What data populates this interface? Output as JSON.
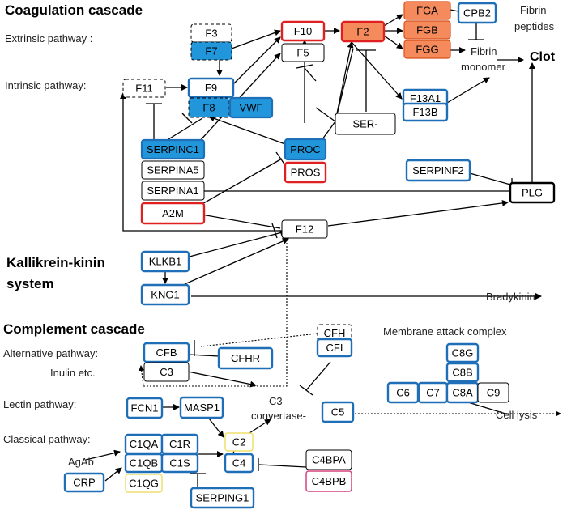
{
  "colors": {
    "blue_fill": "#2196DB",
    "blue_border": "#1F6FB8",
    "red": "#E02020",
    "orange_fill": "#F58A5C",
    "orange_border": "#D8501A",
    "yellow": "#EFE16A",
    "pink": "#D6407D"
  },
  "headers": {
    "coagulation": "Coagulation cascade",
    "kallikrein_1": "Kallikrein-kinin",
    "kallikrein_2": "system",
    "complement": "Complement cascade"
  },
  "labels": {
    "extrinsic": "Extrinsic pathway :",
    "intrinsic": "Intrinsic pathway:",
    "fibrin_peptides_1": "Fibrin",
    "fibrin_peptides_2": "peptides",
    "fibrin_monomer_1": "Fibrin",
    "fibrin_monomer_2": "monomer",
    "clot": "Clot",
    "bradykinin": "Bradykinin",
    "membrane_attack": "Membrane attack complex",
    "alternative": "Alternative pathway:",
    "inulin": "Inulin etc.",
    "lectin": "Lectin pathway:",
    "classical": "Classical pathway:",
    "agab": "AgAb",
    "c3conv_1": "C3",
    "c3conv_2": "convertase-",
    "cell_lysis": "Cell lysis"
  },
  "nodes": [
    {
      "key": "F3",
      "label": "F3"
    },
    {
      "key": "F7",
      "label": "F7"
    },
    {
      "key": "F11",
      "label": "F11"
    },
    {
      "key": "F9",
      "label": "F9"
    },
    {
      "key": "F8",
      "label": "F8"
    },
    {
      "key": "VWF",
      "label": "VWF"
    },
    {
      "key": "F10",
      "label": "F10"
    },
    {
      "key": "F5",
      "label": "F5"
    },
    {
      "key": "F2",
      "label": "F2"
    },
    {
      "key": "FGA",
      "label": "FGA"
    },
    {
      "key": "FGB",
      "label": "FGB"
    },
    {
      "key": "FGG",
      "label": "FGG"
    },
    {
      "key": "CPB2",
      "label": "CPB2"
    },
    {
      "key": "F13A1",
      "label": "F13A1"
    },
    {
      "key": "F13B",
      "label": "F13B"
    },
    {
      "key": "SER",
      "label": "SER-"
    },
    {
      "key": "SERPINC1",
      "label": "SERPINC1"
    },
    {
      "key": "SERPINA5",
      "label": "SERPINA5"
    },
    {
      "key": "SERPINA1",
      "label": "SERPINA1"
    },
    {
      "key": "A2M",
      "label": "A2M"
    },
    {
      "key": "PROC",
      "label": "PROC"
    },
    {
      "key": "PROS",
      "label": "PROS"
    },
    {
      "key": "SERPINF2",
      "label": "SERPINF2"
    },
    {
      "key": "PLG",
      "label": "PLG"
    },
    {
      "key": "F12",
      "label": "F12"
    },
    {
      "key": "KLKB1",
      "label": "KLKB1"
    },
    {
      "key": "KNG1",
      "label": "KNG1"
    },
    {
      "key": "CFH",
      "label": "CFH"
    },
    {
      "key": "CFI",
      "label": "CFI"
    },
    {
      "key": "CFB",
      "label": "CFB"
    },
    {
      "key": "CFHR",
      "label": "CFHR"
    },
    {
      "key": "C3",
      "label": "C3"
    },
    {
      "key": "FCN1",
      "label": "FCN1"
    },
    {
      "key": "MASP1",
      "label": "MASP1"
    },
    {
      "key": "C5",
      "label": "C5"
    },
    {
      "key": "C8G",
      "label": "C8G"
    },
    {
      "key": "C8B",
      "label": "C8B"
    },
    {
      "key": "C6",
      "label": "C6"
    },
    {
      "key": "C7",
      "label": "C7"
    },
    {
      "key": "C8A",
      "label": "C8A"
    },
    {
      "key": "C9",
      "label": "C9"
    },
    {
      "key": "C1QA",
      "label": "C1QA"
    },
    {
      "key": "C1R",
      "label": "C1R"
    },
    {
      "key": "C1QB",
      "label": "C1QB"
    },
    {
      "key": "C1S",
      "label": "C1S"
    },
    {
      "key": "C1QG",
      "label": "C1QG"
    },
    {
      "key": "C2",
      "label": "C2"
    },
    {
      "key": "C4",
      "label": "C4"
    },
    {
      "key": "C4BPA",
      "label": "C4BPA"
    },
    {
      "key": "C4BPB",
      "label": "C4BPB"
    },
    {
      "key": "CRP",
      "label": "CRP"
    },
    {
      "key": "SERPING1",
      "label": "SERPING1"
    }
  ]
}
